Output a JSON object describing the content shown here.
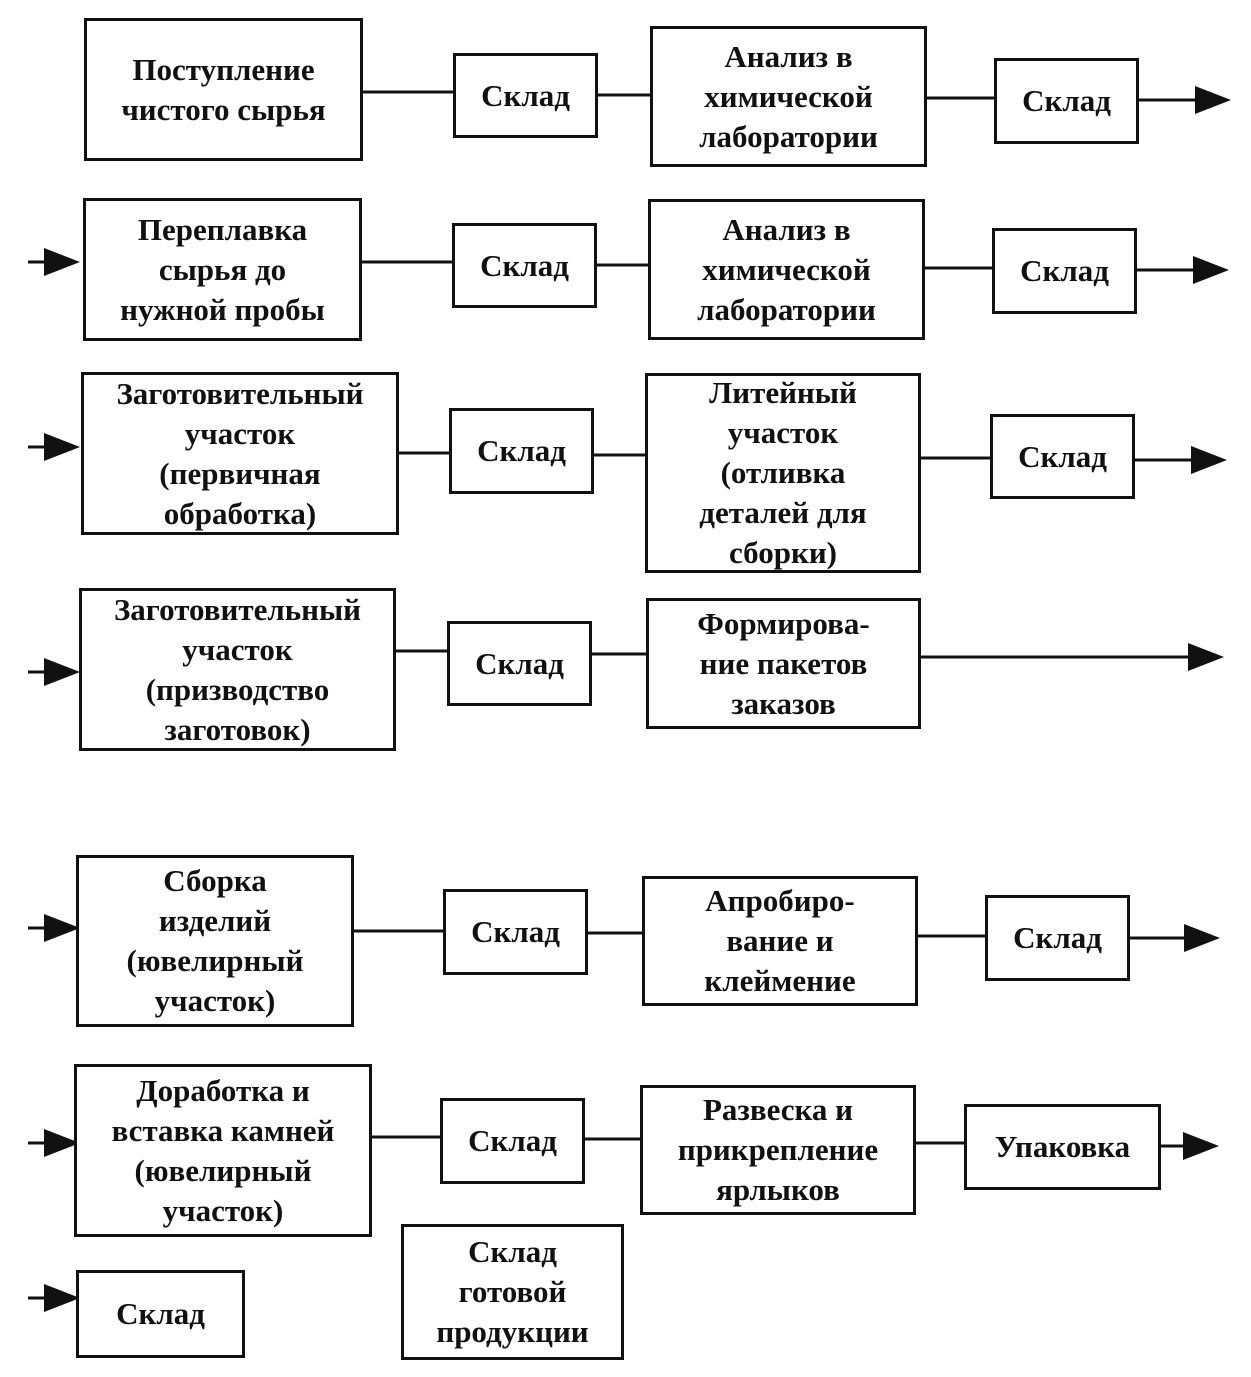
{
  "colors": {
    "ink": "#111111",
    "background": "#ffffff"
  },
  "nodes": {
    "n1": "Поступление\nчистого сырья",
    "n2": "Склад",
    "n3": "Анализ в\nхимической\nлаборатории",
    "n4": "Склад",
    "n5": "Переплавка\nсырья до\nнужной пробы",
    "n6": "Склад",
    "n7": "Анализ в\nхимической\nлаборатории",
    "n8": "Склад",
    "n9": "Заготовительный\nучасток\n(первичная\nобработка)",
    "n10": "Склад",
    "n11": "Литейный\nучасток\n(отливка\nдеталей для\nсборки)",
    "n12": "Склад",
    "n13": "Заготовительный\nучасток\n(призводство\nзаготовок)",
    "n14": "Склад",
    "n15": "Формирова-\nние пакетов\nзаказов",
    "n16": "Сборка\nизделий\n(ювелирный\nучасток)",
    "n17": "Склад",
    "n18": "Апробиро-\nвание и\nклеймение",
    "n19": "Склад",
    "n20": "Доработка и\nвставка камней\n(ювелирный\nучасток)",
    "n21": "Склад",
    "n22": "Развеска и\nприкрепление\nярлыков",
    "n23": "Упаковка",
    "n24": "Склад",
    "n25": "Склад\nготовой\nпродукции"
  }
}
